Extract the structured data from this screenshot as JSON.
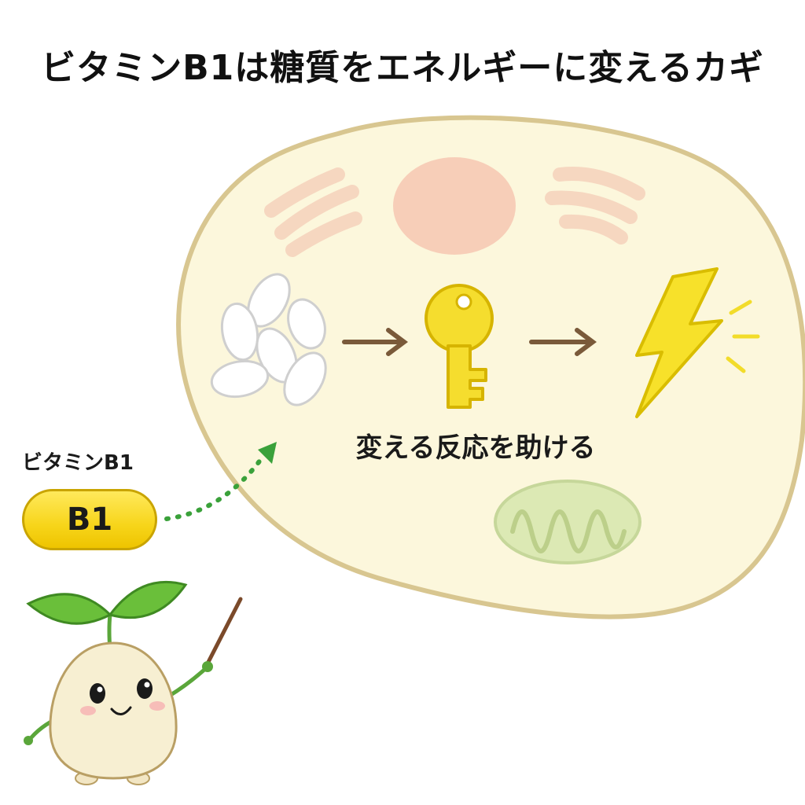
{
  "title": "ビタミンB1は糖質をエネルギーに変えるカギ",
  "reaction_label": "変える反応を助ける",
  "vitamin": {
    "label": "ビタミンB1",
    "capsule_text": "B1"
  },
  "icons": {
    "sugar": "rice-grains-icon",
    "key": "key-icon",
    "energy": "lightning-icon",
    "mascot": "sprout-mascot"
  },
  "colors": {
    "cell_fill": "#fcf7dc",
    "cell_border": "#d8c690",
    "key": "#f5dd2e",
    "lightning": "#f7e12a",
    "arrow": "#7a5a3a",
    "dotted_arrow": "#3aa13a",
    "nucleus": "#f6c9b4",
    "mitochondria": "#dce9b4"
  }
}
